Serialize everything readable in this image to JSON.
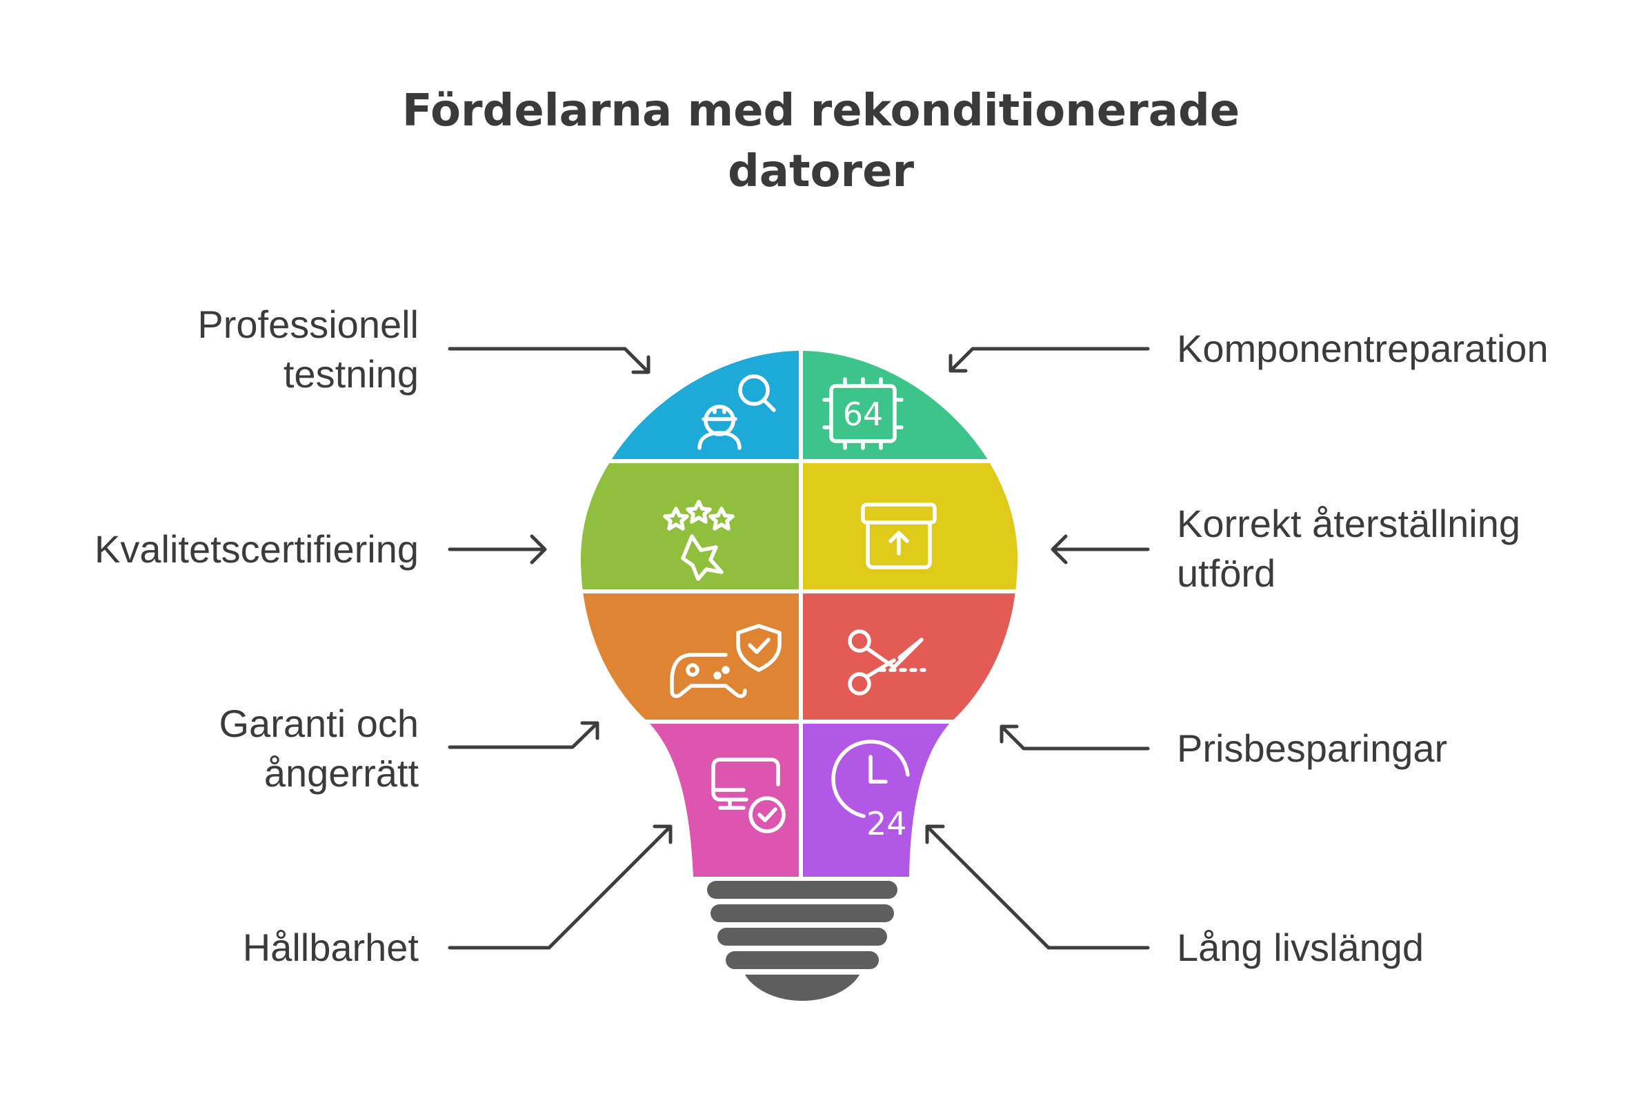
{
  "title": {
    "line1": "Fördelarna med rekonditionerade",
    "line2": "datorer"
  },
  "labels": {
    "professionell_1": "Professionell",
    "professionell_2": "testning",
    "kvalitet": "Kvalitetscertifiering",
    "garanti_1": "Garanti och",
    "garanti_2": "ångerrätt",
    "hallbarhet": "Hållbarhet",
    "komponent": "Komponentreparation",
    "korrekt_1": "Korrekt återställning",
    "korrekt_2": "utförd",
    "prisbesparingar": "Prisbesparingar",
    "lang": "Lång livslängd"
  },
  "icon_texts": {
    "chip": "64",
    "clock": "24"
  },
  "colors": {
    "blue": "#1eaad8",
    "green": "#3dc48a",
    "lime": "#8fbf3c",
    "yellow": "#dfc919",
    "orange": "#df8432",
    "red": "#e45a55",
    "pink": "#dc56b0",
    "purple": "#b258e6",
    "base": "#5e5e5e",
    "text": "#3b3b3b"
  }
}
